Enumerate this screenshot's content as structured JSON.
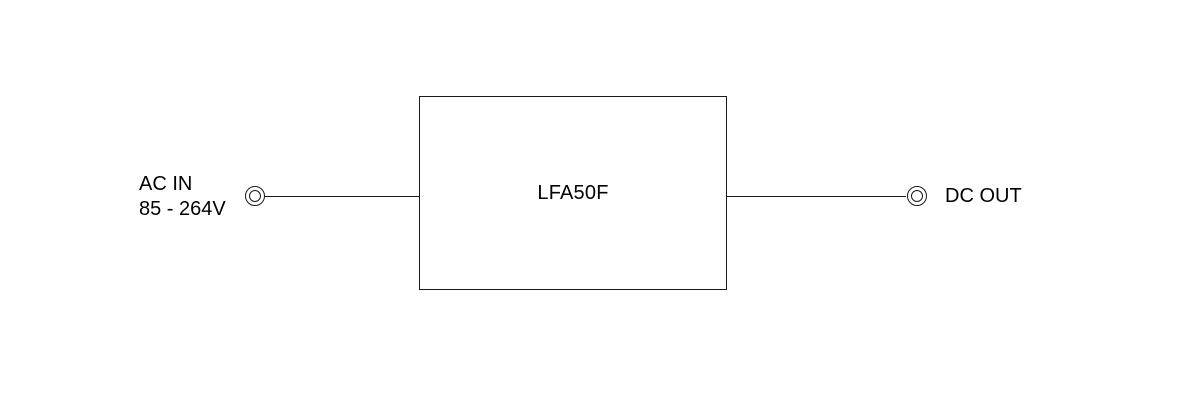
{
  "diagram": {
    "type": "block-diagram",
    "background_color": "#ffffff",
    "line_color": "#1a1a1a",
    "text_color": "#000000",
    "block": {
      "label": "LFA50F"
    },
    "input": {
      "terminal_icon": "double-circle-terminal-icon",
      "label_lines": [
        "AC IN",
        "85 - 264V"
      ],
      "line1": "AC IN",
      "line2": "85 - 264V"
    },
    "output": {
      "terminal_icon": "double-circle-terminal-icon",
      "label": "DC OUT"
    }
  }
}
